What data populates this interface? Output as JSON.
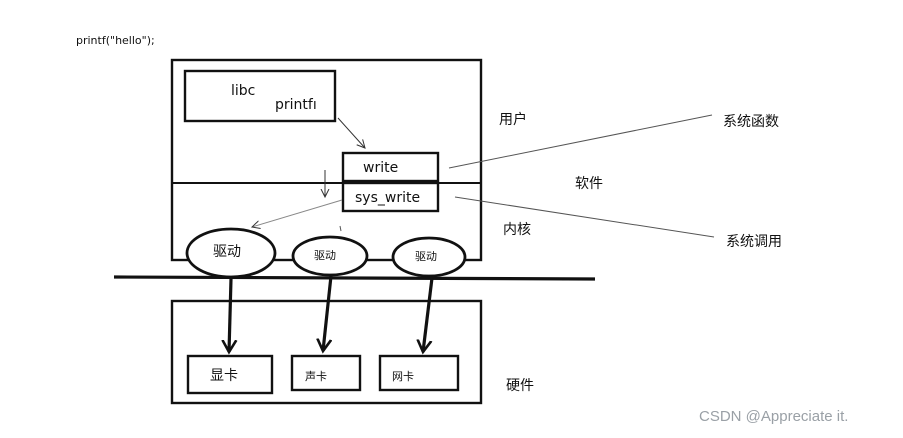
{
  "code_snippet": "printf(\"hello\");",
  "boxes": {
    "libc": "libc",
    "printf": "printfı",
    "write": "write",
    "sys_write": "sys_write",
    "gpu": "显卡",
    "sound": "声卡",
    "net": "网卡"
  },
  "drivers": [
    "驱动",
    "驱动",
    "驱动"
  ],
  "layers": {
    "user": "用户",
    "software": "软件",
    "kernel": "内核",
    "hardware": "硬件"
  },
  "annotations": {
    "system_function": "系统函数",
    "system_call": "系统调用"
  },
  "watermark": "CSDN @Appreciate it."
}
